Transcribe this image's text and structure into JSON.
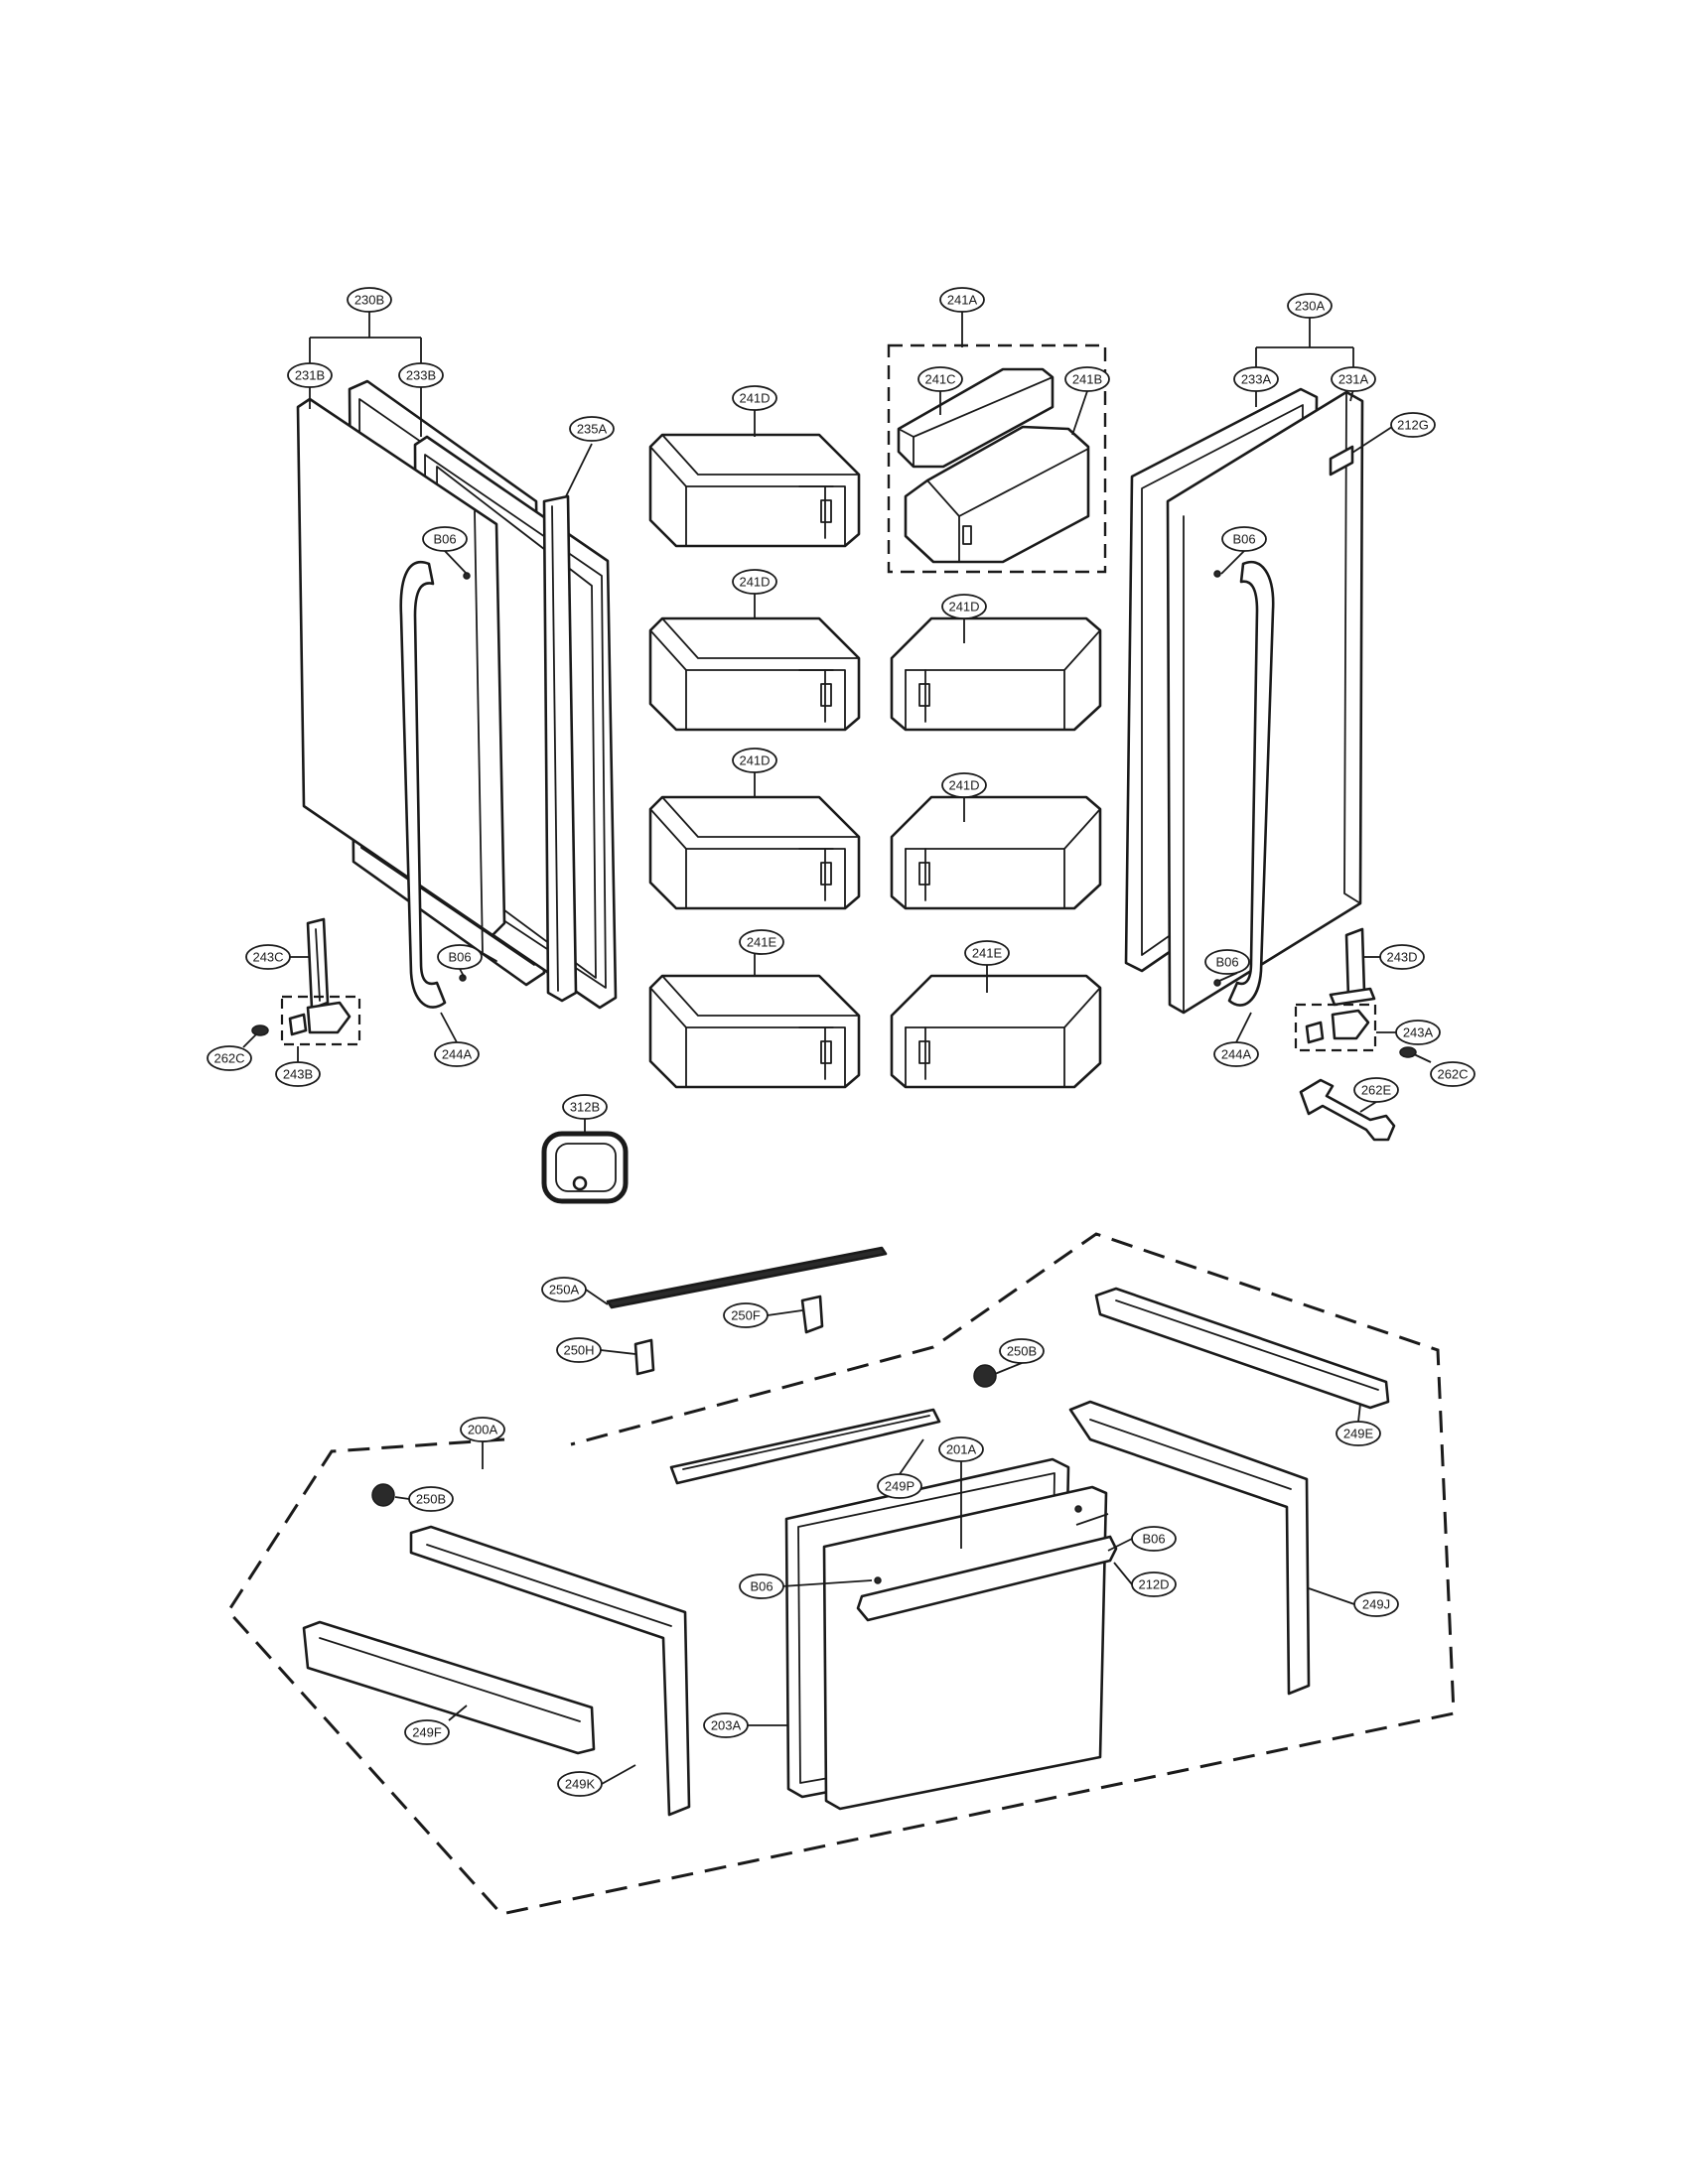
{
  "labels": {
    "l230B": "230B",
    "l231B": "231B",
    "l233B": "233B",
    "l235A": "235A",
    "l241A": "241A",
    "l241C": "241C",
    "l241B": "241B",
    "l241D_1": "241D",
    "l241D_2": "241D",
    "l241D_3": "241D",
    "l241D_4": "241D",
    "l241D_5": "241D",
    "l241E_1": "241E",
    "l241E_2": "241E",
    "l230A": "230A",
    "l233A": "233A",
    "l231A": "231A",
    "l212G": "212G",
    "lB06_1": "B06",
    "lB06_2": "B06",
    "lB06_3": "B06",
    "lB06_4": "B06",
    "lB06_5": "B06",
    "lB06_6": "B06",
    "l243C": "243C",
    "l243D": "243D",
    "l243A": "243A",
    "l243B": "243B",
    "l262C_1": "262C",
    "l262C_2": "262C",
    "l262E": "262E",
    "l244A_1": "244A",
    "l244A_2": "244A",
    "l312B": "312B",
    "l250A": "250A",
    "l250F": "250F",
    "l250H": "250H",
    "l250B_1": "250B",
    "l250B_2": "250B",
    "l200A": "200A",
    "l249P": "249P",
    "l201A": "201A",
    "l249E": "249E",
    "l212D": "212D",
    "l249J": "249J",
    "l203A": "203A",
    "l249F": "249F",
    "l249K": "249K"
  }
}
